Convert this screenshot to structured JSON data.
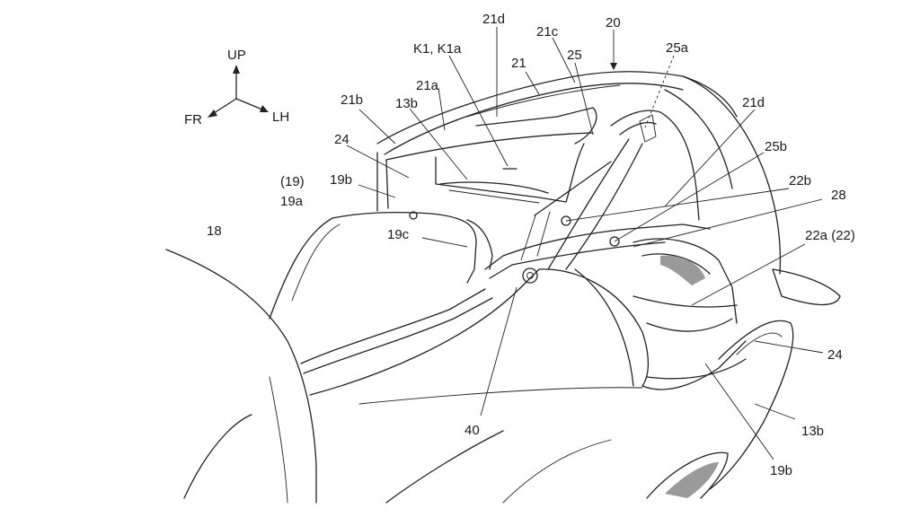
{
  "compass": {
    "up": "UP",
    "fr": "FR",
    "lh": "LH"
  },
  "labels": {
    "l20": "20",
    "l21": "21",
    "l21a": "21a",
    "l21b": "21b",
    "l21c": "21c",
    "l21d_top": "21d",
    "l21d_right": "21d",
    "lK1": "K1, K1a",
    "l25": "25",
    "l25a": "25a",
    "l25b": "25b",
    "l13b_top": "13b",
    "l13b_bottom": "13b",
    "l24_left": "24",
    "l24_right": "24",
    "l19": "(19)",
    "l19a": "19a",
    "l19b_left": "19b",
    "l19b_bottom": "19b",
    "l19c": "19c",
    "l18": "18",
    "l22b": "22b",
    "l28": "28",
    "l22a": "22a (22)",
    "l40": "40"
  }
}
